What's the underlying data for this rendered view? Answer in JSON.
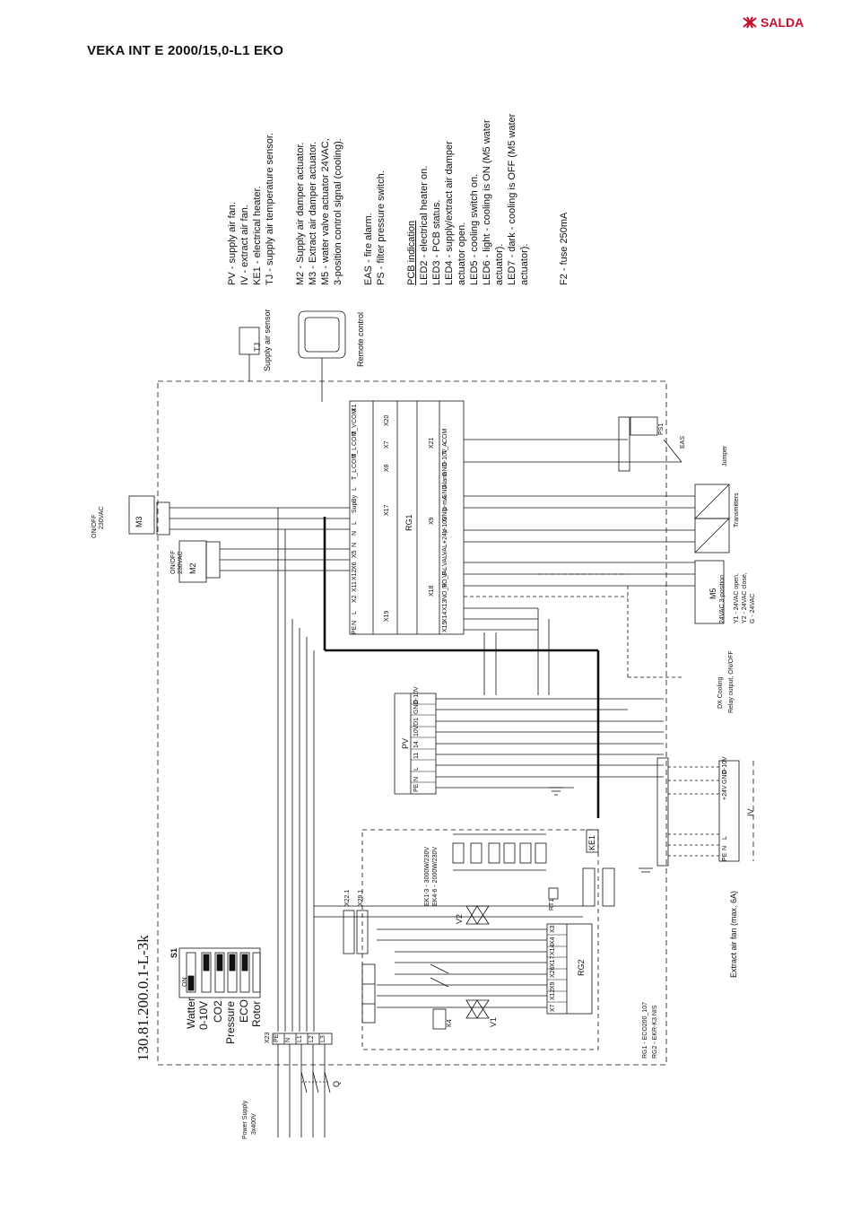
{
  "brand": {
    "name": "SALDA",
    "color": "#c8102e"
  },
  "title": "VEKA INT E 2000/15,0-L1 EKO",
  "drawing_number": "130.81.200.0.1-L-3k",
  "legend": {
    "fans": [
      "PV - supply air fan.",
      "IV - extract air fan.",
      "KE1 - electrical heater.",
      "TJ - supply air temperature sensor."
    ],
    "actuators": [
      "M2 - Supply air damper actuator.",
      "M3 - Extract air damper actuator.",
      "M5 - water valve actuator 24VAC,",
      "3-position control signal (cooling)."
    ],
    "alarms": [
      "EAS - fire alarm.",
      "PS - filter pressure switch."
    ],
    "pcb_title": "PCB indication",
    "pcb": [
      "LED2 - electrical heater on.",
      "LED3 - PCB status.",
      "LED4 - supply/extract air damper",
      "actuator open.",
      "LED5 - cooling switch on.",
      "LED6 - light - cooling is ON (M5 water",
      "actuator).",
      "LED7 - dark - cooling is OFF (M5 water",
      "actuator)."
    ],
    "fuse": "F2 - fuse 250mA"
  },
  "components": {
    "tj": "TJ",
    "supply_sensor": "Supply air sensor",
    "remote": "Remote control",
    "m3": "M3",
    "m3_on_off": "ON/OFF",
    "m3_voltage": "230VAC",
    "m2": "M2",
    "m2_on_off": "ON/OFF",
    "m2_voltage": "230VAC",
    "rg1": "RG1",
    "rg2": "RG2",
    "pv": "PV",
    "iv": "IV",
    "ke1": "KE1",
    "m5": "M5",
    "m5_desc": [
      "Y1 - 24VAC open,",
      "Y2 - 24VAC close,",
      "G - 24VAC"
    ],
    "m5_type": "24VAC 3-position",
    "transmitters": "Transmitters",
    "jumper": "Jumper",
    "eas": "EAS",
    "ps1": "PS1",
    "dx_cooling": "DX Cooling",
    "relay_output": "Relay output, ON/OFF",
    "extract_fan": "Extract air fan (max. 6A)",
    "power_supply": "Power Supply",
    "power_voltage": "3x400V",
    "power_terms": [
      "PE",
      "N",
      "L1",
      "L2",
      "L3"
    ],
    "q": "Q",
    "v1": "V1",
    "v2": "V2",
    "k4": "K4",
    "ek13": "EK1-3 - 3000W/230V",
    "ek46": "EK4-6 - 2000W/230V",
    "rg1_code": "RG1 - ECO200_107",
    "rg2_code": "RG2 - EKR-K3 NIS",
    "s1": "S1",
    "switch_options": [
      "Watter",
      "0-10V",
      "CO2",
      "Pressure",
      "ECO",
      "Rotor"
    ],
    "switch_on": "ON",
    "rt1": "RT1",
    "x23": "X23",
    "x22_1": "X22.1",
    "x29_1": "X29.1"
  },
  "rg1_left_terminals": [
    "X1",
    "COM",
    "T_V",
    "COM",
    "T_L",
    "COM",
    "T_L",
    "L",
    "By",
    "Sup",
    "L",
    "N",
    "N",
    "X5",
    "X6",
    "X12",
    "X11",
    "X2",
    "L",
    "N",
    "PE"
  ],
  "rg1_right_terminals": [
    "COM",
    "T_A",
    "0-10V",
    "GND",
    "Alarm",
    "GND",
    "p-mA",
    "GND",
    "p-10V",
    "+24V",
    "VAL+",
    "VAL-",
    "VAL",
    "NO_F",
    "NO_F",
    "X13",
    "X14",
    "X15"
  ],
  "rg1_blocks": [
    "X20",
    "X7",
    "X8",
    "X17",
    "X9",
    "X19",
    "X21",
    "X18"
  ],
  "pv_terminals": [
    "0-10V",
    "GND",
    "D1",
    "10V",
    "14",
    "11",
    "L",
    "N",
    "PE"
  ],
  "rg2_terminals": [
    "X3",
    "X4",
    "X14",
    "X17",
    "X26",
    "X9",
    "X12",
    "X7"
  ],
  "iv_terminals": [
    "0-10V",
    "GND",
    "+24V",
    "L",
    "N",
    "PE"
  ]
}
